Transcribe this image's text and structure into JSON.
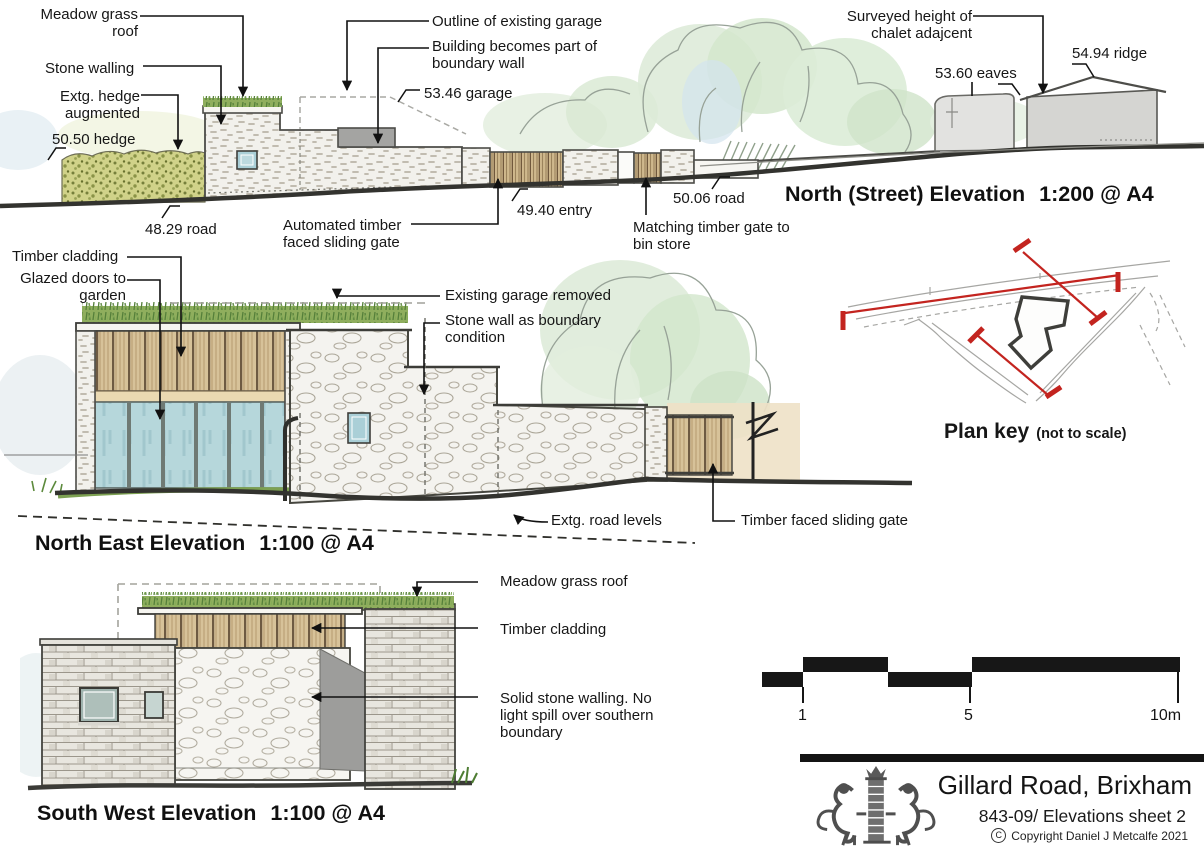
{
  "colors": {
    "section_line_red": "#c3241f",
    "meadow_green": "#8fae5d",
    "hedge_green": "#d0d289",
    "timber_tan": "#cfb88d",
    "glazing_blue": "#b6d7db",
    "stone_light": "#f2f1ec",
    "roof_grey": "#a4a4a2",
    "ink": "#161616"
  },
  "north_elevation": {
    "title": "North (Street) Elevation",
    "scale": "1:200 @ A4",
    "labels": {
      "meadow": "Meadow grass roof",
      "stone_walling": "Stone walling",
      "hedge_augmented": "Extg. hedge augmented",
      "hedge_level": "50.50 hedge",
      "road_left": "48.29 road",
      "garage_outline": "Outline of existing garage",
      "boundary_building": "Building becomes part of boundary wall",
      "garage_level": "53.46 garage",
      "entry_level": "49.40 entry",
      "auto_gate": "Automated timber faced sliding gate",
      "road_right": "50.06 road",
      "bin_gate": "Matching timber gate to bin store",
      "surveyed": "Surveyed height of chalet adajcent",
      "eaves": "53.60 eaves",
      "ridge": "54.94 ridge"
    }
  },
  "north_east_elevation": {
    "title": "North East Elevation",
    "scale": "1:100 @ A4",
    "labels": {
      "timber": "Timber cladding",
      "glazed": "Glazed doors to garden",
      "garage_removed": "Existing garage removed",
      "stone_boundary": "Stone wall as boundary condition",
      "road_levels": "Extg. road levels",
      "sliding_gate": "Timber faced sliding gate"
    }
  },
  "plan_key": {
    "title": "Plan key",
    "note": "(not to scale)"
  },
  "south_west_elevation": {
    "title": "South West Elevation",
    "scale": "1:100 @ A4",
    "labels": {
      "meadow": "Meadow grass roof",
      "timber": "Timber cladding",
      "stone": "Solid stone walling. No light spill over southern boundary"
    }
  },
  "scale_bar": {
    "ticks": [
      "1",
      "5",
      "10m"
    ]
  },
  "title_block": {
    "project": "Gillard Road, Brixham",
    "sheet": "843-09/ Elevations sheet 2",
    "copyright_symbol": "C",
    "copyright_text": "Copyright  Daniel J Metcalfe 2021"
  }
}
